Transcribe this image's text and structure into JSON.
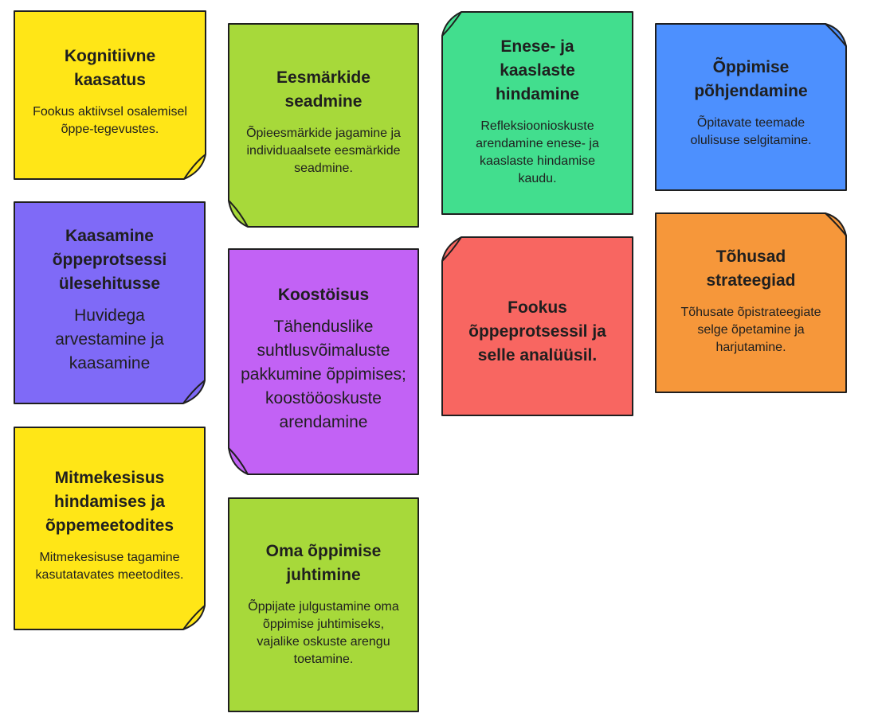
{
  "colors": {
    "yellow": "#FFE617",
    "lime": "#A7D93A",
    "mint": "#42DE8E",
    "blue": "#4D90FE",
    "purple": "#7F6AF7",
    "magenta": "#C262F5",
    "coral": "#F86661",
    "orange": "#F6973A",
    "outline": "#1f1f1f"
  },
  "notes": [
    {
      "id": "kognitiivne",
      "title": "Kognitiivne kaasatus",
      "desc": "Fookus aktiivsel osalemisel õppe-tegevustes."
    },
    {
      "id": "eesmargid",
      "title": "Eesmärkide seadmine",
      "desc": "Õpieesmärkide jagamine ja individuaalsete eesmärkide seadmine."
    },
    {
      "id": "hindamine",
      "title": "Enese- ja kaaslaste hindamine",
      "desc": "Refleksioonioskuste arendamine enese- ja kaaslaste hindamise kaudu."
    },
    {
      "id": "pohjendamine",
      "title": "Õppimise põhjendamine",
      "desc": "Õpitavate teemade olulisuse selgitamine."
    },
    {
      "id": "kaasamine",
      "title": "Kaasamine õppeprotsessi ülesehitusse",
      "desc": "Huvidega arvestamine ja kaasamine"
    },
    {
      "id": "koostoisus",
      "title": "Koostöisus",
      "desc": "Tähenduslike suhtlusvõimaluste pakkumine õppimises; koostööoskuste arendamine"
    },
    {
      "id": "fookus",
      "title": "Fookus õppeprotsessil ja selle analüüsil.",
      "desc": ""
    },
    {
      "id": "strateegiad",
      "title": "Tõhusad strateegiad",
      "desc": "Tõhusate õpistrateegiate selge õpetamine ja harjutamine."
    },
    {
      "id": "mitmekesisus",
      "title": "Mitmekesisus hindamises ja õppemeetodites",
      "desc": "Mitmekesisuse tagamine kasutatavates meetodites."
    },
    {
      "id": "juhtimine",
      "title": "Oma õppimise juhtimine",
      "desc": "Õppijate julgustamine oma õppimise juhtimiseks, vajalike oskuste arengu toetamine."
    }
  ]
}
